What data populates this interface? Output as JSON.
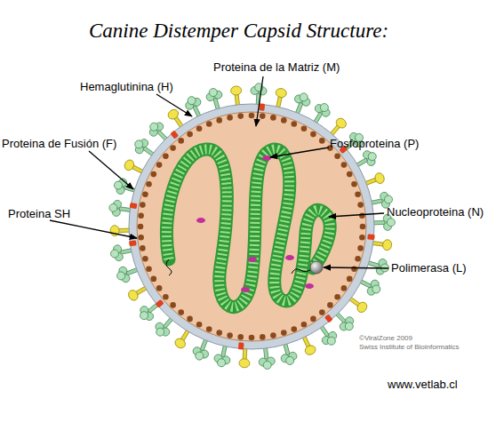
{
  "diagram": {
    "title": "Canine Distemper Capsid Structure:",
    "labels": [
      "Proteina de la Matriz (M)",
      "Hemaglutinina (H)",
      "Proteina de Fusión (F)",
      "Fosfoproteina (P)",
      "Proteina SH",
      "Nucleoproteina (N)",
      "Polimerasa (L)",
      "©ViralZone 2009",
      "Swiss Institute of Bioinformatics",
      "www.vetlab.cl"
    ]
  }
}
